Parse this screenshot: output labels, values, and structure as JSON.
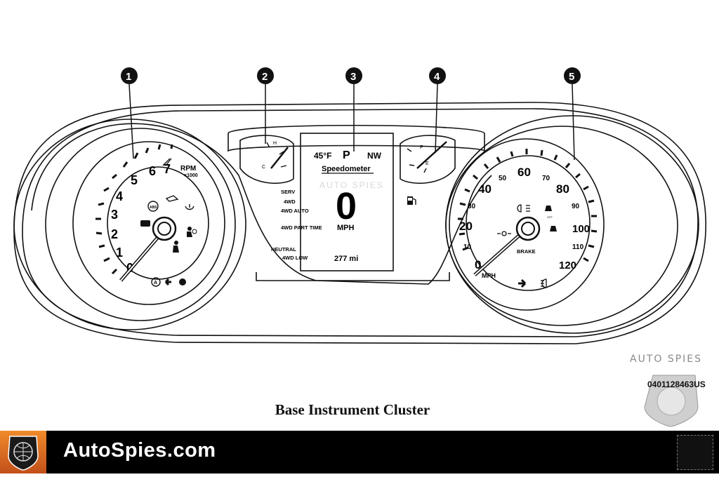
{
  "figure": {
    "caption": "Base Instrument Cluster",
    "callouts": [
      "1",
      "2",
      "3",
      "4",
      "5"
    ],
    "watermark": "AUTO SPIES",
    "part_code": "0401128463US"
  },
  "tachometer": {
    "numbers": [
      "0",
      "1",
      "2",
      "3",
      "4",
      "5",
      "6",
      "7"
    ],
    "unit_label": "RPM",
    "unit_sub": "×1000"
  },
  "temp_gauge": {
    "high": "H",
    "low": "C"
  },
  "fuel_gauge": {
    "full": "F",
    "empty": "E"
  },
  "display": {
    "temperature": "45°F",
    "gear": "P",
    "heading": "NW",
    "mode_title": "Speedometer",
    "speed": "0",
    "speed_unit": "MPH",
    "odometer": "277 mi",
    "watermark": "AUTO SPIES"
  },
  "indicators": [
    "SERV",
    "4WD",
    "4WD AUTO",
    "4WD PART TIME",
    "NEUTRAL",
    "4WD LOW"
  ],
  "speedometer": {
    "major_numbers": [
      "0",
      "20",
      "40",
      "60",
      "80",
      "100",
      "120"
    ],
    "minor_numbers": [
      "10",
      "30",
      "50",
      "70",
      "90",
      "110"
    ],
    "unit": "MPH",
    "brake_label": "BRAKE"
  },
  "footer": {
    "site": "AutoSpies.com"
  },
  "icons": {
    "tach": [
      "oil-pressure-icon",
      "engine-check-icon",
      "abs-icon",
      "tire-pressure-icon",
      "airbag-icon",
      "seatbelt-icon",
      "auto-hold-icon",
      "left-turn-arrow-icon",
      "high-beam-dot-icon",
      "cruise-icon"
    ],
    "speedo": [
      "fog-light-icon",
      "traction-control-off-icon",
      "traction-control-icon",
      "park-lamp-icon",
      "right-turn-arrow-icon",
      "headlamp-icon",
      "fuel-icon"
    ]
  }
}
